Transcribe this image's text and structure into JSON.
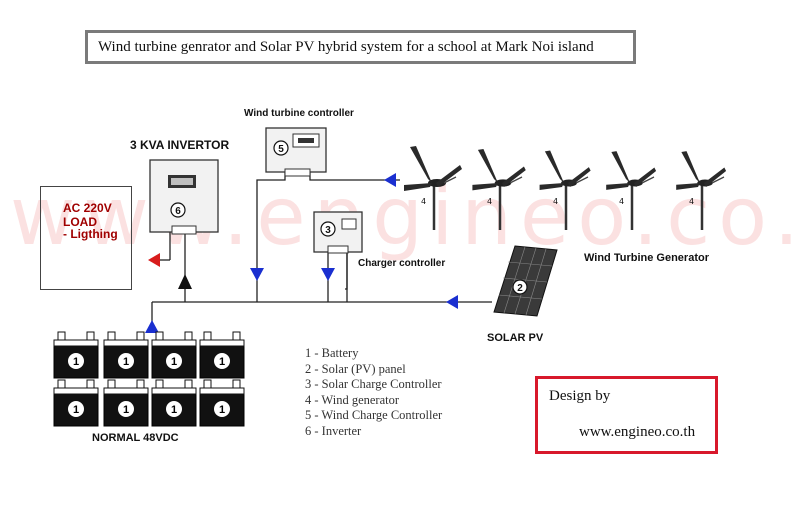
{
  "title": "Wind turbine genrator and Solar PV hybrid system for a school at  Mark  Noi island",
  "watermark": "www.engineo.co.th",
  "load": {
    "line1": "AC 220V LOAD",
    "line2": "- Ligthing"
  },
  "inverter": {
    "label": "3 KVA INVERTOR",
    "number": "6"
  },
  "wind_controller": {
    "label": "Wind turbine controller",
    "number": "5"
  },
  "charger": {
    "label": "Charger controller",
    "number": "3"
  },
  "turbines": {
    "label": "Wind Turbine Generator",
    "number": "4",
    "count": 5
  },
  "solar": {
    "label": "SOLAR PV",
    "number": "2"
  },
  "battery": {
    "label": "NORMAL 48VDC",
    "number": "1",
    "count": 8
  },
  "legend": [
    "1 - Battery",
    "2 - Solar (PV) panel",
    "3 - Solar Charge Controller",
    "4 - Wind generator",
    "5 - Wind Charge Controller",
    "6 - Inverter"
  ],
  "design": {
    "line1": "Design by",
    "line2": "www.engineo.co.th"
  },
  "colors": {
    "arrow_blue": "#1a2fd0",
    "arrow_red": "#d81c1c",
    "title_border": "#7a7a7a",
    "design_border": "#d8182b"
  }
}
